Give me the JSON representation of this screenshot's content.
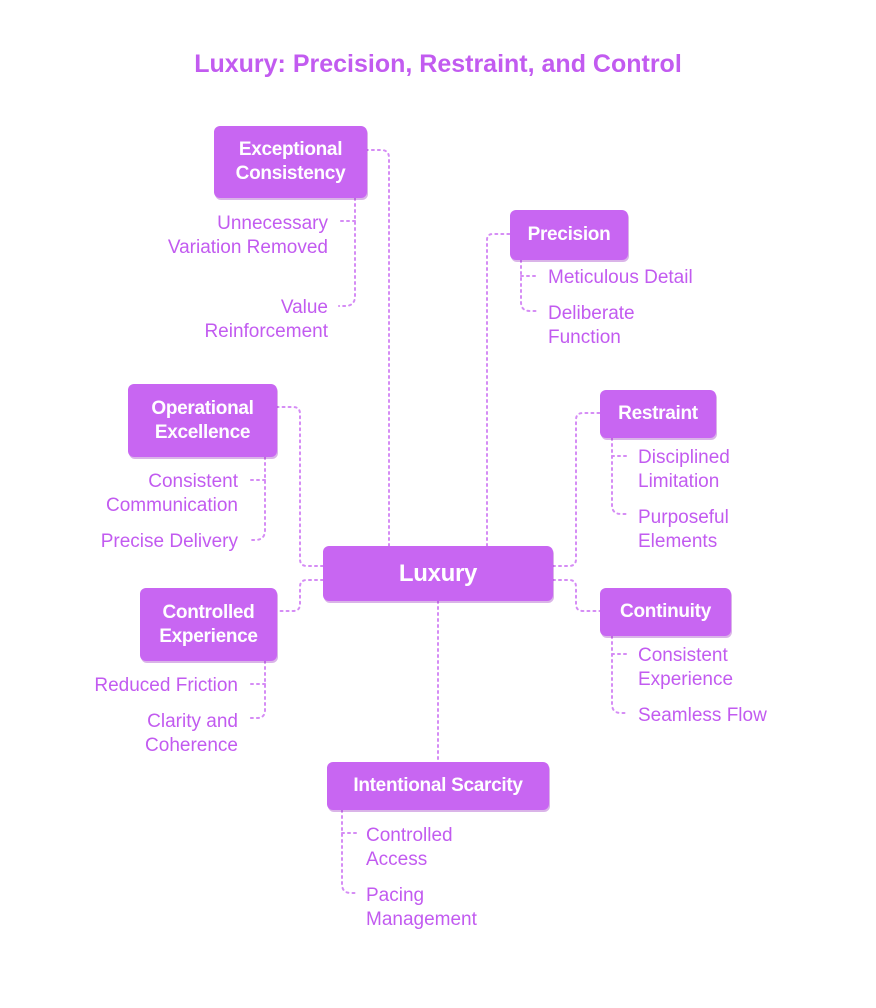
{
  "title": "Luxury: Precision, Restraint, and Control",
  "colors": {
    "accent": "#c866f2",
    "text": "#c25bf0",
    "line": "#d58cf5"
  },
  "center": "Luxury",
  "branches": {
    "exceptional_consistency": {
      "label": "Exceptional Consistency",
      "items": [
        "Unnecessary Variation Removed",
        "Value Reinforcement"
      ]
    },
    "operational_excellence": {
      "label": "Operational Excellence",
      "items": [
        "Consistent Communication",
        "Precise Delivery"
      ]
    },
    "controlled_experience": {
      "label": "Controlled Experience",
      "items": [
        "Reduced Friction",
        "Clarity and Coherence"
      ]
    },
    "intentional_scarcity": {
      "label": "Intentional Scarcity",
      "items": [
        "Controlled Access",
        "Pacing Management"
      ]
    },
    "precision": {
      "label": "Precision",
      "items": [
        "Meticulous Detail",
        "Deliberate Function"
      ]
    },
    "restraint": {
      "label": "Restraint",
      "items": [
        "Disciplined Limitation",
        "Purposeful Elements"
      ]
    },
    "continuity": {
      "label": "Continuity",
      "items": [
        "Consistent Experience",
        "Seamless Flow"
      ]
    }
  }
}
